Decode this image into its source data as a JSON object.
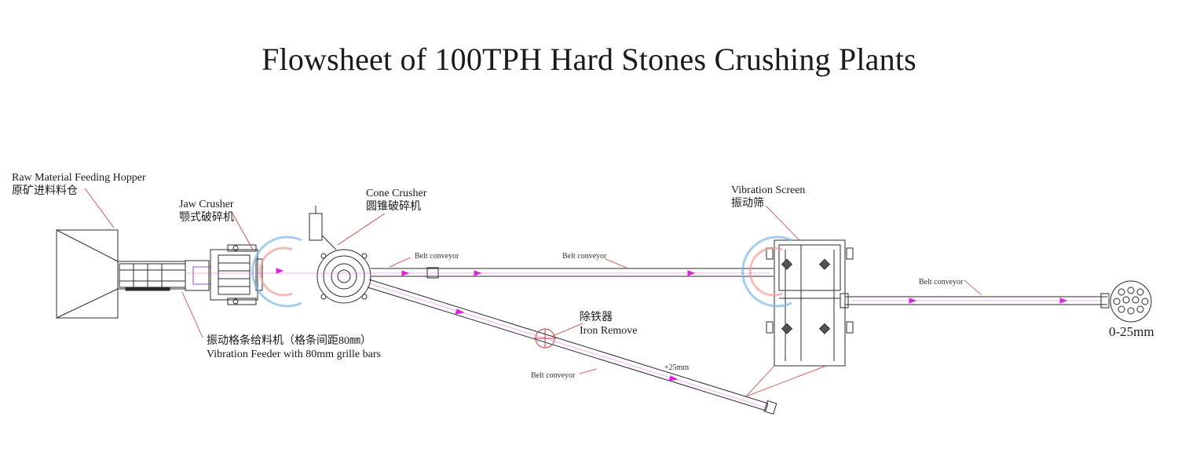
{
  "title": "Flowsheet of  100TPH Hard Stones Crushing Plants",
  "colors": {
    "line": "#2b2b2b",
    "flow": "#e020e0",
    "leader": "#cc3a3a",
    "watermark_blue": "#7fb8e8",
    "watermark_pink": "#f3a0a0"
  },
  "labels": {
    "hopper_en": "Raw Material Feeding Hopper",
    "hopper_cn": "原矿进料料仓",
    "jaw_en": "Jaw Crusher",
    "jaw_cn": "颚式破碎机",
    "cone_en": "Cone Crusher",
    "cone_cn": "圆锥破碎机",
    "screen_en": "Vibration Screen",
    "screen_cn": "振动筛",
    "feeder_cn": "振动格条给料机（格条间距80㎜）",
    "feeder_en": "Vibration Feeder with 80mm grille bars",
    "iron_cn": "除铁器",
    "iron_en": "Iron Remove",
    "belt_1": "Belt conveyor",
    "belt_2": "Belt conveyor",
    "belt_3": "Belt conveyor",
    "belt_4": "Belt conveyor",
    "oversize": "+25mm",
    "product": "0-25mm"
  }
}
